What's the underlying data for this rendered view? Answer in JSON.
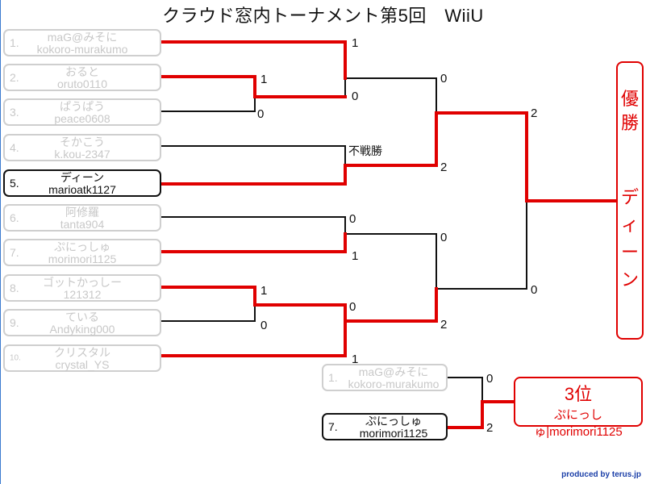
{
  "title": "クラウド窓内トーナメント第5回　WiiU",
  "colors": {
    "win_line": "#e00000",
    "line": "#111111",
    "inactive": "#c8c8c8",
    "credit": "#1b3fa8"
  },
  "players": [
    {
      "seed": "1.",
      "name": "maG@みそに",
      "id": "kokoro-murakumo"
    },
    {
      "seed": "2.",
      "name": "おると",
      "id": "oruto0110"
    },
    {
      "seed": "3.",
      "name": "ぱうぱう",
      "id": "peace0608"
    },
    {
      "seed": "4.",
      "name": "そかこう",
      "id": "k.kou-2347"
    },
    {
      "seed": "5.",
      "name": "ディーン",
      "id": "marioatk1127"
    },
    {
      "seed": "6.",
      "name": "阿修羅",
      "id": "tanta904"
    },
    {
      "seed": "7.",
      "name": "ぷにっしゅ",
      "id": "morimori1125"
    },
    {
      "seed": "8.",
      "name": "ゴットかっしー",
      "id": "121312"
    },
    {
      "seed": "9.",
      "name": "ている",
      "id": "Andyking000"
    },
    {
      "seed": "10.",
      "name": "クリスタル",
      "id": "crystal_YS"
    }
  ],
  "third_place_players": [
    {
      "seed": "1.",
      "name": "maG@みそに",
      "id": "kokoro-murakumo"
    },
    {
      "seed": "7.",
      "name": "ぷにっしゅ",
      "id": "morimori1125"
    }
  ],
  "scores": {
    "r1_top": "1",
    "r1_bot": "0",
    "r2_a_top": "1",
    "r2_a_bot": "0",
    "r3_a_top": "0",
    "r3_a_bot": "2",
    "walkover": "不戦勝",
    "r2_b_top": "0",
    "r2_b_bot": "1",
    "r1_c_top": "1",
    "r1_c_bot": "0",
    "r2_c_top": "0",
    "r2_c_bot": "1",
    "r3_b_top": "0",
    "r3_b_bot": "2",
    "final_top": "2",
    "final_bot": "0",
    "third_top": "0",
    "third_bot": "2"
  },
  "winner": {
    "label": "優勝",
    "name": "ディーン"
  },
  "third": {
    "label": "3位",
    "name": "ぷにっしゅ|morimori1125"
  },
  "credit": "produced by terus.jp"
}
